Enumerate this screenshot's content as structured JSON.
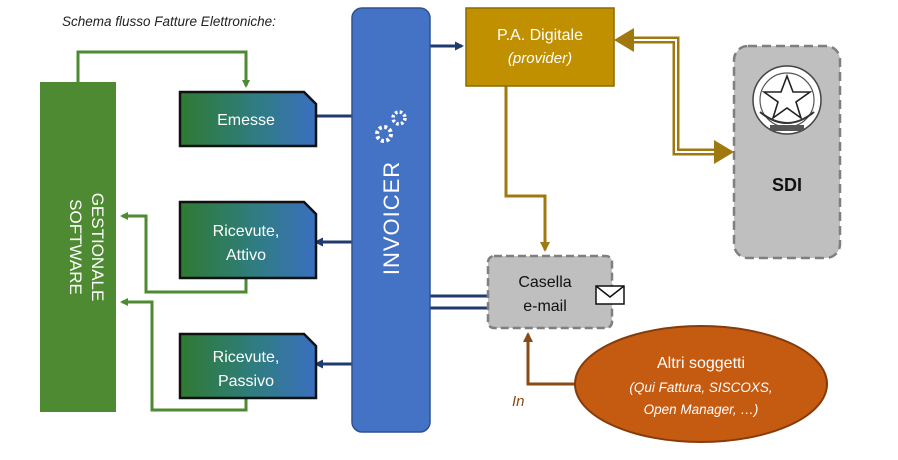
{
  "title": "Schema flusso Fatture Elettroniche:",
  "software": {
    "line1": "SOFTWARE",
    "line2": "GESTIONALE"
  },
  "emesse": {
    "label": "Emesse"
  },
  "ricevute_attivo": {
    "line1": "Ricevute,",
    "line2": "Attivo"
  },
  "ricevute_passivo": {
    "line1": "Ricevute,",
    "line2": "Passivo"
  },
  "invoicer": {
    "label": "INVOICER",
    "icon": "gears-icon"
  },
  "pa_digitale": {
    "line1": "P.A. Digitale",
    "line2": "(provider)"
  },
  "sdi": {
    "label": "SDI",
    "icon": "italian-republic-emblem"
  },
  "casella": {
    "line1": "Casella",
    "line2": "e-mail",
    "icon": "envelope-icon"
  },
  "altri": {
    "line1": "Altri soggetti",
    "line2": "(Qui Fattura, SISCOXS,",
    "line3": "Open Manager, …)"
  },
  "in_label": "In",
  "colors": {
    "green": "#4e8a32",
    "navy": "#1f3a6e",
    "blue": "#4472c4",
    "gold": "#c09000",
    "olive_arrow": "#a07810",
    "brown_arrow": "#8a4a14",
    "orange": "#c55a11",
    "gray": "#bfbfbf"
  }
}
